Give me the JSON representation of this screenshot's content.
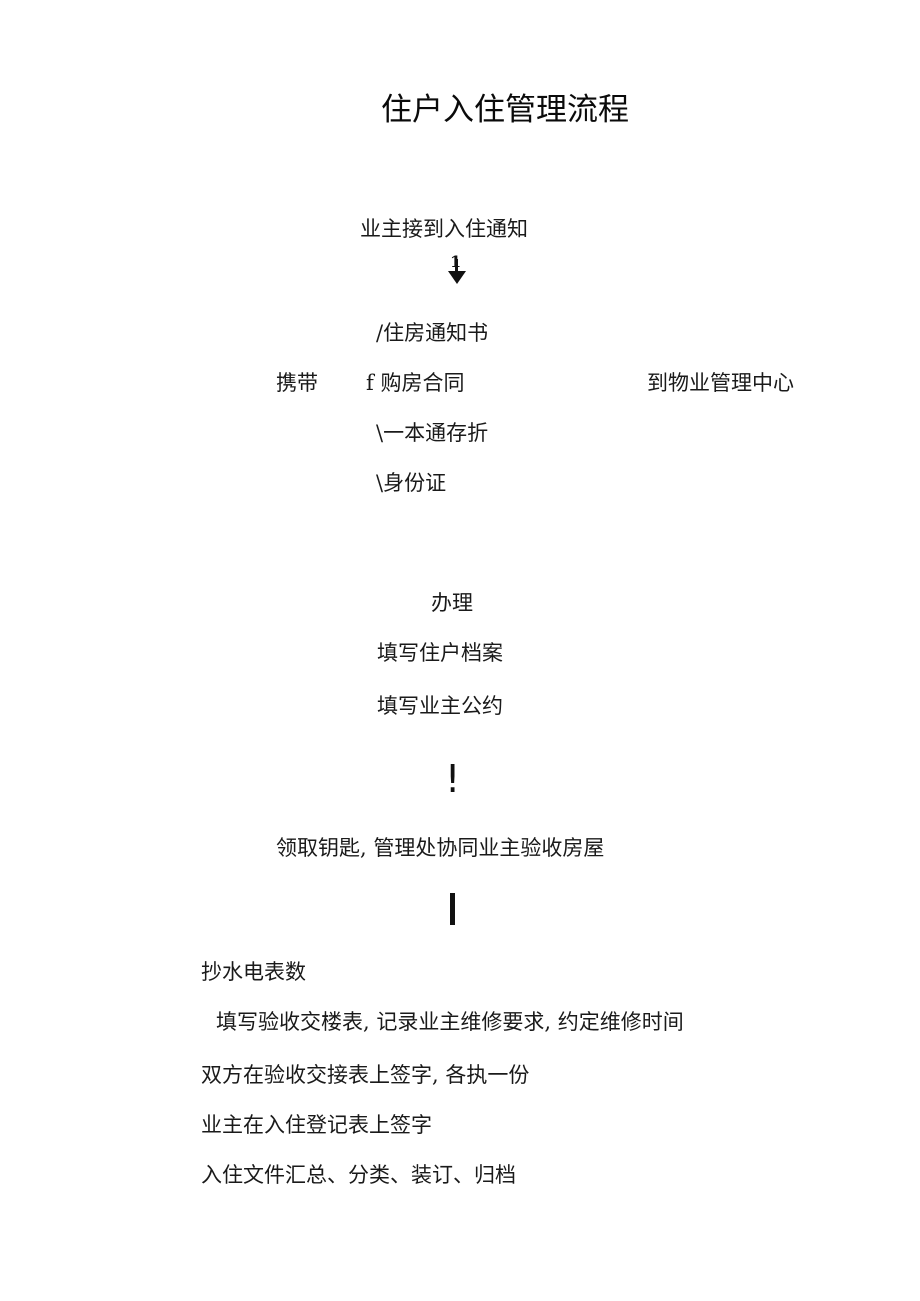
{
  "document": {
    "title": "住户入住管理流程",
    "step1": "业主接到入住通知",
    "arrow1_glyph": "1",
    "carry": {
      "label": "携带",
      "items": [
        "/住房通知书",
        "f 购房合同",
        "\\一本通存折",
        "\\身份证"
      ],
      "destination": "到物业管理中心"
    },
    "handle": {
      "label": "办理",
      "items": [
        "填写住户档案",
        "填写业主公约"
      ]
    },
    "connector2_glyph": "!",
    "step_keys": "领取钥匙, 管理处协同业主验收房屋",
    "connector3_glyph": "|",
    "final_steps": [
      "抄水电表数",
      "填写验收交楼表, 记录业主维修要求, 约定维修时间",
      "双方在验收交接表上签字, 各执一份",
      "业主在入住登记表上签字",
      "入住文件汇总、分类、装订、归档"
    ]
  }
}
